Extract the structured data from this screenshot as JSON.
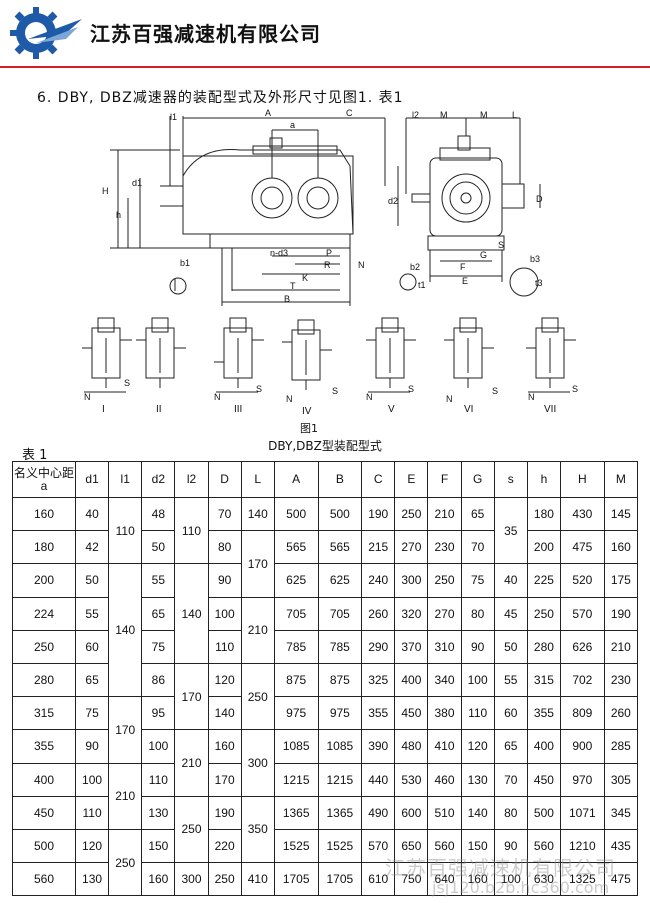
{
  "header": {
    "company": "江苏百强减速机有限公司",
    "accent_color": "#d81e1e",
    "logo_color": "#1f5aa8"
  },
  "section_title": "6. DBY, DBZ减速器的装配型式及外形尺寸见图1. 表1",
  "drawing_labels": {
    "l1": "l1",
    "A": "A",
    "a": "a",
    "C": "C",
    "H": "H",
    "h": "h",
    "d1": "d1",
    "n_d3": "n-d3",
    "P": "P",
    "R": "R",
    "N": "N",
    "K": "K",
    "T": "T",
    "B": "B",
    "b1": "b1",
    "l2": "l2",
    "M": "M",
    "L": "L",
    "d2": "d2",
    "D": "D",
    "S": "S",
    "G": "G",
    "F": "F",
    "E": "E",
    "b2": "b2",
    "b3": "b3",
    "t1": "t1",
    "t3": "t3"
  },
  "variants": [
    "I",
    "II",
    "III",
    "IV",
    "V",
    "VI",
    "VII"
  ],
  "variant_letters": {
    "N": "N",
    "S": "S"
  },
  "figure_label": "图1",
  "figure_caption": "DBY,DBZ型装配型式",
  "table_title": "表 1",
  "table": {
    "headers": [
      "名义中心距 a",
      "d1",
      "l1",
      "d2",
      "l2",
      "D",
      "L",
      "A",
      "B",
      "C",
      "E",
      "F",
      "G",
      "s",
      "h",
      "H",
      "M"
    ],
    "rows": [
      [
        "160",
        "40",
        "",
        "48",
        "",
        "70",
        "140",
        "500",
        "500",
        "190",
        "250",
        "210",
        "65",
        "",
        "180",
        "430",
        "145"
      ],
      [
        "180",
        "42",
        "110",
        "50",
        "110",
        "80",
        "",
        "565",
        "565",
        "215",
        "270",
        "230",
        "70",
        "35",
        "200",
        "475",
        "160"
      ],
      [
        "200",
        "50",
        "",
        "55",
        "",
        "90",
        "170",
        "625",
        "625",
        "240",
        "300",
        "250",
        "75",
        "40",
        "225",
        "520",
        "175"
      ],
      [
        "224",
        "55",
        "",
        "65",
        "",
        "100",
        "",
        "705",
        "705",
        "260",
        "320",
        "270",
        "80",
        "45",
        "250",
        "570",
        "190"
      ],
      [
        "250",
        "60",
        "",
        "75",
        "140",
        "110",
        "210",
        "785",
        "785",
        "290",
        "370",
        "310",
        "90",
        "50",
        "280",
        "626",
        "210"
      ],
      [
        "280",
        "65",
        "140",
        "86",
        "",
        "120",
        "",
        "875",
        "875",
        "325",
        "400",
        "340",
        "100",
        "55",
        "315",
        "702",
        "230"
      ],
      [
        "315",
        "75",
        "",
        "95",
        "170",
        "140",
        "250",
        "975",
        "975",
        "355",
        "450",
        "380",
        "110",
        "60",
        "355",
        "809",
        "260"
      ],
      [
        "355",
        "90",
        "170",
        "100",
        "",
        "160",
        "",
        "1085",
        "1085",
        "390",
        "480",
        "410",
        "120",
        "65",
        "400",
        "900",
        "285"
      ],
      [
        "400",
        "100",
        "",
        "110",
        "210",
        "170",
        "300",
        "1215",
        "1215",
        "440",
        "530",
        "460",
        "130",
        "70",
        "450",
        "970",
        "305"
      ],
      [
        "450",
        "110",
        "210",
        "130",
        "",
        "190",
        "",
        "1365",
        "1365",
        "490",
        "600",
        "510",
        "140",
        "80",
        "500",
        "1071",
        "345"
      ],
      [
        "500",
        "120",
        "",
        "150",
        "250",
        "220",
        "350",
        "1525",
        "1525",
        "570",
        "650",
        "560",
        "150",
        "90",
        "560",
        "1210",
        "435"
      ],
      [
        "560",
        "130",
        "250",
        "160",
        "300",
        "250",
        "410",
        "1705",
        "1705",
        "610",
        "750",
        "640",
        "160",
        "100",
        "630",
        "1325",
        "475"
      ]
    ]
  },
  "watermark": "江苏百强减速机有限公司",
  "watermark_url": "jsj120.b2b.hc360.com"
}
